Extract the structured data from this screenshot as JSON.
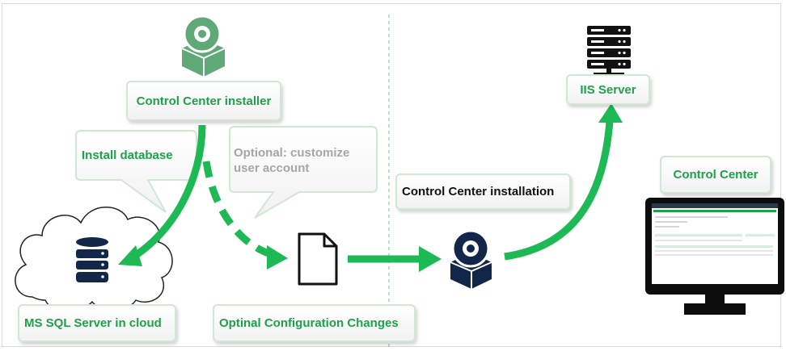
{
  "labels": {
    "installer": "Control Center installer",
    "install_db": "Install database",
    "optional_customize_line1": "Optional: customize",
    "optional_customize_line2": "user account",
    "cc_installation": "Control Center installation",
    "iis_server": "IIS Server",
    "control_center": "Control Center",
    "ms_sql": "MS SQL Server in cloud",
    "optional_config": "Optinal Configuration Changes"
  },
  "colors": {
    "green": "#1fa04a",
    "arrow_green": "#1db954",
    "icon_green": "#5fa877",
    "navy": "#12264a",
    "muted_text": "#a6a6a6"
  },
  "icons": {
    "installer": "green-installer-disc-box-icon",
    "database": "database-icon",
    "cloud": "cloud-icon",
    "document": "document-icon",
    "server": "server-rack-icon",
    "monitor": "monitor-icon"
  }
}
